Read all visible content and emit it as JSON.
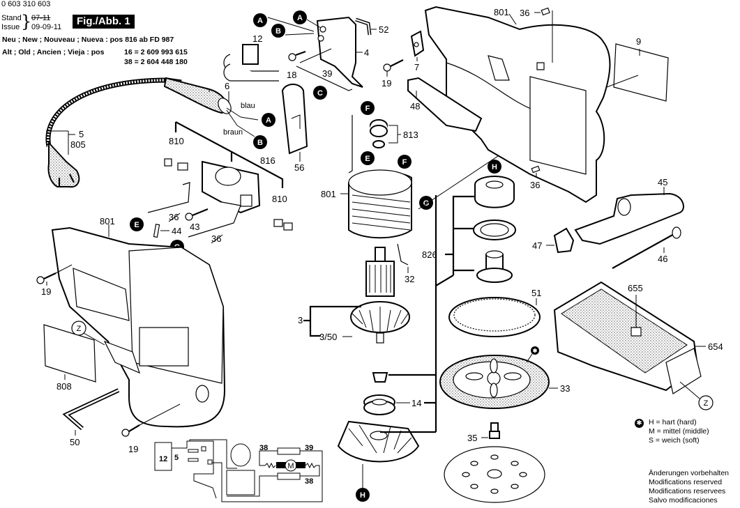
{
  "header": {
    "part_number": "0 603 310 603",
    "stand_label": "Stand",
    "issue_label": "Issue",
    "old_date": "07-11",
    "issue_date": "09-09-11",
    "figure_label": "Fig./Abb. 1",
    "new_line": "Neu ; New ; Nouveau ; Nueva : pos 816 ab FD 987",
    "old_line": "Alt ; Old ; Ancien ; Vieja : pos",
    "old_parts": [
      "16 = 2 609 993 615",
      "38 = 2 604 448 180"
    ]
  },
  "connectors": [
    "A",
    "B",
    "C",
    "E",
    "F",
    "G",
    "H"
  ],
  "wire_labels": {
    "blue": "blau",
    "brown": "braun"
  },
  "parts": {
    "p3": "3",
    "p3_50": "3/50",
    "p4": "4",
    "p5": "5",
    "p6": "6",
    "p7": "7",
    "p9": "9",
    "p12": "12",
    "p14": "14",
    "p18": "18",
    "p19": "19",
    "p32": "32",
    "p33": "33",
    "p35": "35",
    "p36": "36",
    "p38": "38",
    "p39": "39",
    "p43": "43",
    "p44": "44",
    "p45": "45",
    "p46": "46",
    "p47": "47",
    "p48": "48",
    "p50": "50",
    "p51": "51",
    "p52": "52",
    "p56": "56",
    "p654": "654",
    "p655": "655",
    "p801": "801",
    "p805": "805",
    "p808": "808",
    "p810": "810",
    "p813": "813",
    "p816": "816",
    "p826": "826",
    "zoom_marker": "Z"
  },
  "wiring": {
    "switch": "12",
    "terminal": "5",
    "resistor_top": "38",
    "resistor_right": "39",
    "resistor_bottom": "38",
    "motor": "M"
  },
  "legend": {
    "star_symbol": "✱",
    "items": [
      "H = hart (hard)",
      "M = mittel (middle)",
      "S = weich (soft)"
    ]
  },
  "footer": {
    "lines": [
      "Änderungen vorbehalten",
      "Modifications reserved",
      "Modifications reservees",
      "Salvo modificaciones"
    ]
  }
}
